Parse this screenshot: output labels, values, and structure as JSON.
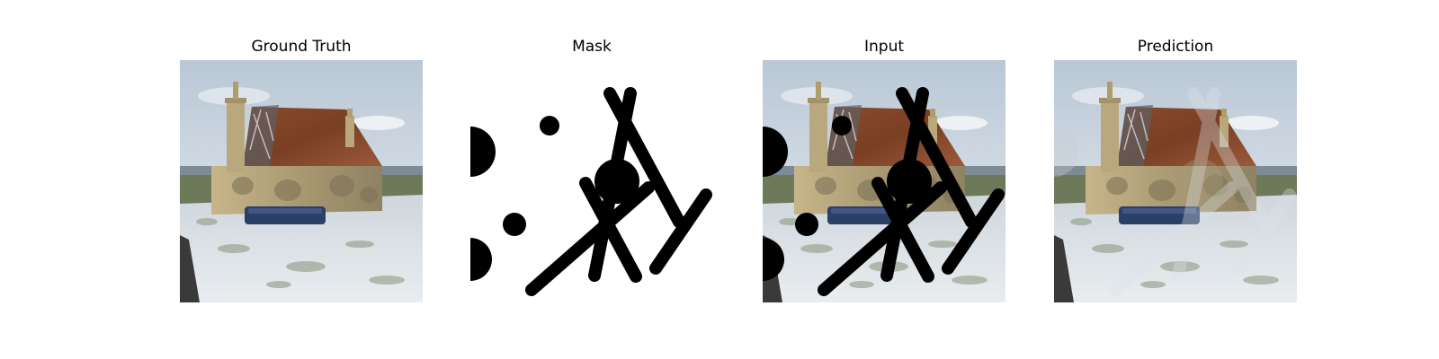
{
  "figure": {
    "panels": [
      {
        "id": "ground-truth",
        "title": "Ground Truth",
        "image": "photo-of-ruined-stone-cottage-with-rusty-roof-in-snow"
      },
      {
        "id": "mask",
        "title": "Mask",
        "image": "black-brush-stroke-and-circle-mask-on-white"
      },
      {
        "id": "input",
        "title": "Input",
        "image": "photo-with-black-mask-overlaid"
      },
      {
        "id": "prediction",
        "title": "Prediction",
        "image": "inpainted-photo-reconstruction"
      }
    ]
  }
}
